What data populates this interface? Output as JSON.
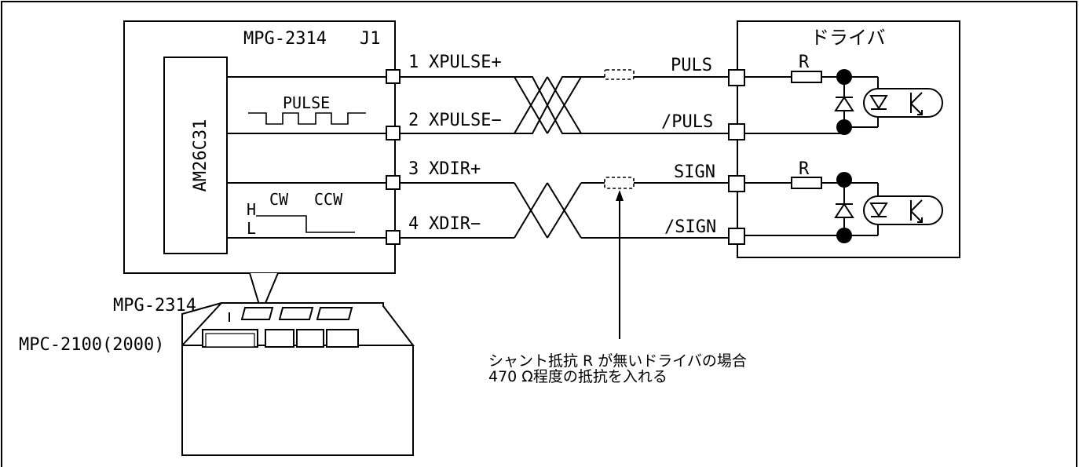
{
  "mpg_board": {
    "title": "MPG-2314",
    "connector": "J1",
    "ic_label": "AM26C31",
    "pulse_label": "PULSE",
    "dir_labels": {
      "high": "H",
      "low": "L",
      "cw": "CW",
      "ccw": "CCW"
    }
  },
  "pins_left": [
    {
      "num": "1",
      "name": "XPULSE+"
    },
    {
      "num": "2",
      "name": "XPULSE−"
    },
    {
      "num": "3",
      "name": "XDIR+"
    },
    {
      "num": "4",
      "name": "XDIR−"
    }
  ],
  "driver": {
    "title": "ドライバ",
    "pins": [
      "PULS",
      "/PULS",
      "SIGN",
      "/SIGN"
    ],
    "resistor_label": "R"
  },
  "controller": {
    "module_label": "MPG-2314",
    "unit_label": "MPC-2100(2000)"
  },
  "note": {
    "line1": "シャント抵抗 R が無いドライバの場合",
    "line2": "470 Ω程度の抵抗を入れる"
  }
}
